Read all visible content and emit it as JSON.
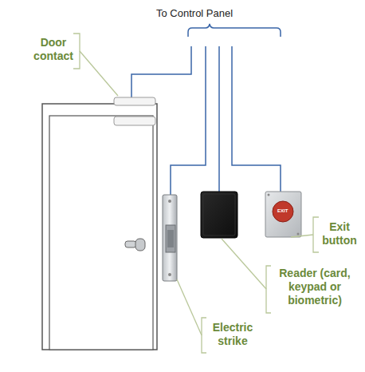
{
  "diagram": {
    "labels": [
      "To Control Panel",
      "Door contact",
      "Reader (card, keypad or biometric)",
      "Electric strike",
      "Exit button",
      "EXIT"
    ]
  }
}
